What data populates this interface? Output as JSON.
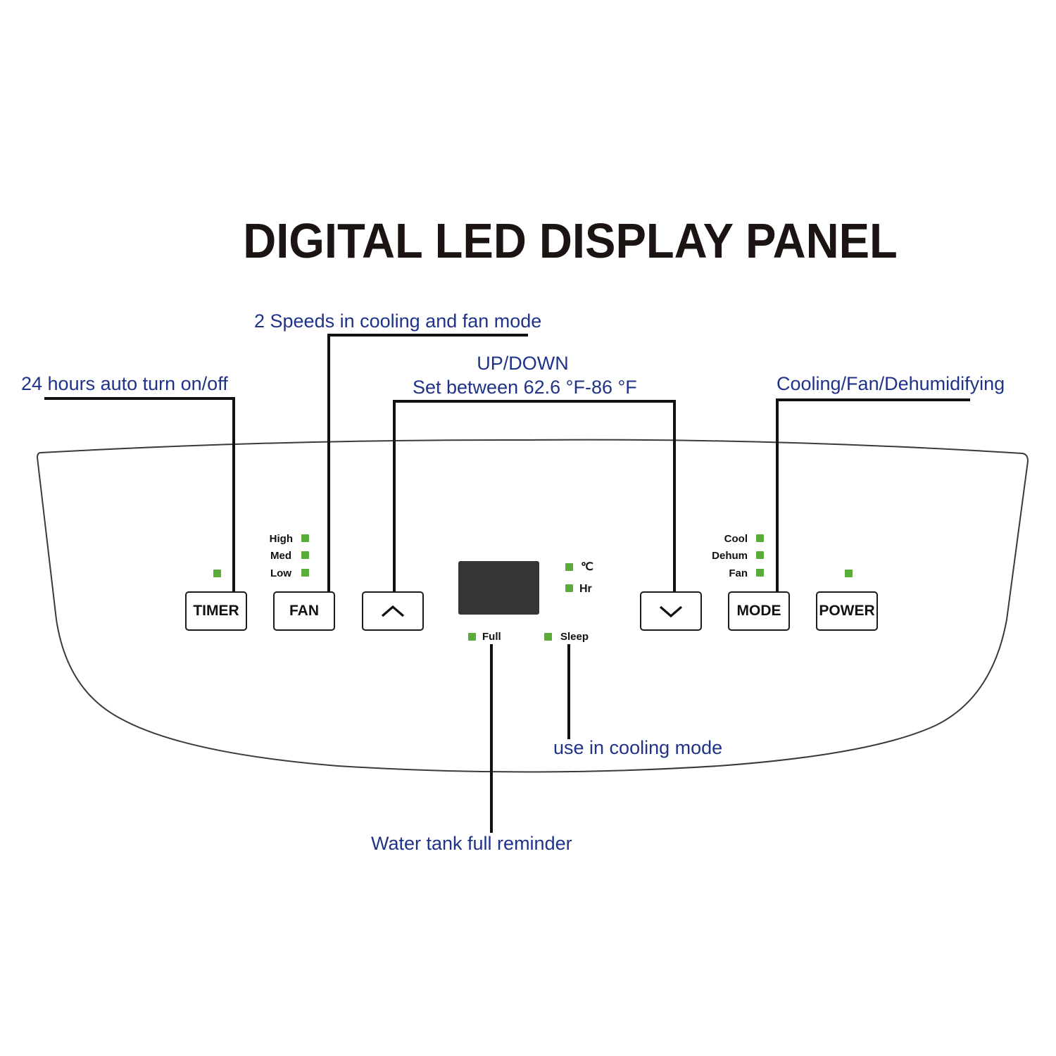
{
  "title": "DIGITAL LED DISPLAY PANEL",
  "annotations": {
    "timer": "24 hours auto turn on/off",
    "fan": "2 Speeds in cooling and fan mode",
    "updown_title": "UP/DOWN",
    "updown_range": "Set between 62.6 °F-86  °F",
    "mode": "Cooling/Fan/Dehumidifying",
    "sleep": "use in cooling mode",
    "full": "Water tank full reminder"
  },
  "buttons": {
    "timer": "TIMER",
    "fan": "FAN",
    "up": "chevron-up-icon",
    "down": "chevron-down-icon",
    "mode": "MODE",
    "power": "POWER"
  },
  "fan_speeds": [
    "High",
    "Med",
    "Low"
  ],
  "modes": [
    "Cool",
    "Dehum",
    "Fan"
  ],
  "display_units": [
    "℃",
    "Hr"
  ],
  "status": {
    "full": "Full",
    "sleep": "Sleep"
  },
  "colors": {
    "annotation": "#1f3388",
    "led": "#5aac3a",
    "display": "#363434",
    "title": "#1c1413"
  }
}
